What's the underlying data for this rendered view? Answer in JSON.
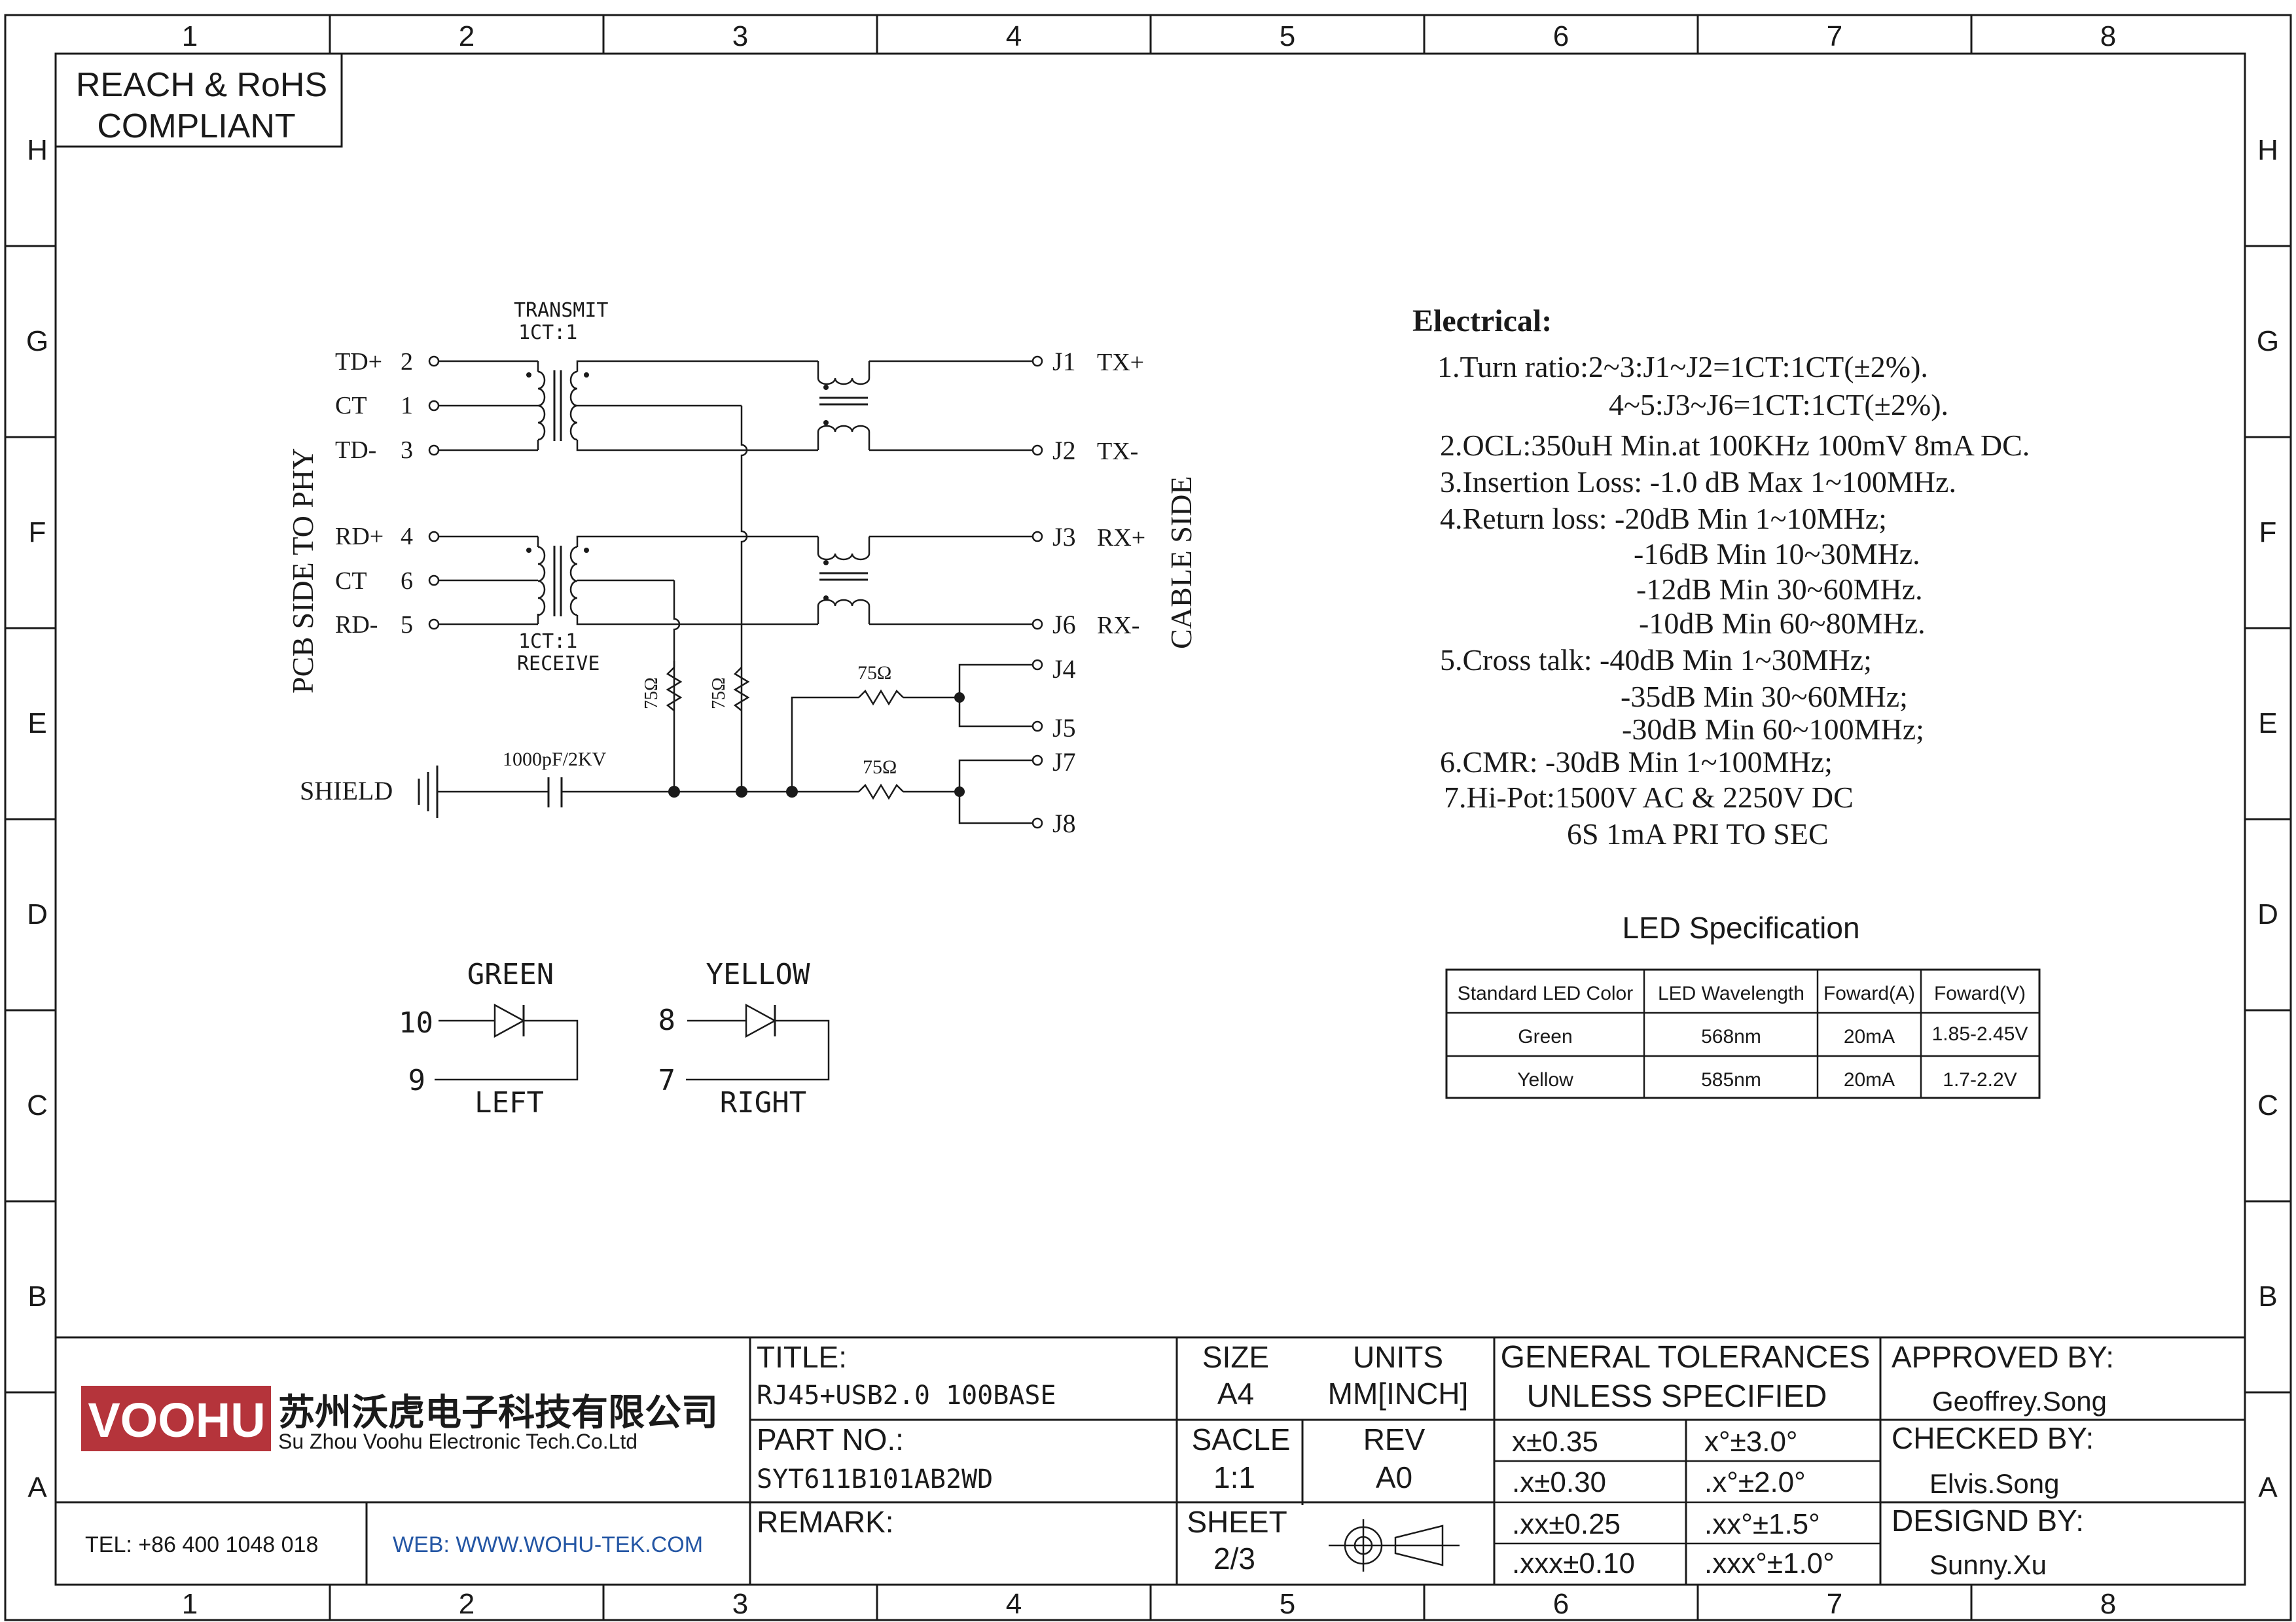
{
  "compliance": {
    "line1": "REACH & RoHS",
    "line2": "COMPLIANT"
  },
  "grid": {
    "columns": [
      "1",
      "2",
      "3",
      "4",
      "5",
      "6",
      "7",
      "8"
    ],
    "rows": [
      "H",
      "G",
      "F",
      "E",
      "D",
      "C",
      "B",
      "A"
    ]
  },
  "schematic": {
    "transmit_label": "TRANSMIT",
    "transmit_ratio": "1CT:1",
    "receive_ratio": "1CT:1",
    "receive_label": "RECEIVE",
    "pcb_side": "PCB SIDE TO PHY",
    "cable_side": "CABLE SIDE",
    "left_pins": [
      {
        "name": "TD+",
        "num": "2"
      },
      {
        "name": "CT",
        "num": "1"
      },
      {
        "name": "TD-",
        "num": "3"
      },
      {
        "name": "RD+",
        "num": "4"
      },
      {
        "name": "CT",
        "num": "6"
      },
      {
        "name": "RD-",
        "num": "5"
      }
    ],
    "right_pins": [
      {
        "pin": "J1",
        "sig": "TX+"
      },
      {
        "pin": "J2",
        "sig": "TX-"
      },
      {
        "pin": "J3",
        "sig": "RX+"
      },
      {
        "pin": "J6",
        "sig": "RX-"
      },
      {
        "pin": "J4",
        "sig": ""
      },
      {
        "pin": "J5",
        "sig": ""
      },
      {
        "pin": "J7",
        "sig": ""
      },
      {
        "pin": "J8",
        "sig": ""
      }
    ],
    "resistor": "75Ω",
    "capacitor": "1000pF/2KV",
    "shield": "SHIELD"
  },
  "leds": {
    "left": {
      "color": "GREEN",
      "pin_a": "10",
      "pin_b": "9",
      "position": "LEFT"
    },
    "right": {
      "color": "YELLOW",
      "pin_a": "8",
      "pin_b": "7",
      "position": "RIGHT"
    }
  },
  "electrical": {
    "title": "Electrical:",
    "lines": [
      "1.Turn ratio:2~3:J1~J2=1CT:1CT(±2%).",
      "4~5:J3~J6=1CT:1CT(±2%).",
      "2.OCL:350uH Min.at 100KHz 100mV 8mA DC.",
      "3.Insertion Loss: -1.0 dB Max 1~100MHz.",
      "4.Return loss: -20dB Min 1~10MHz;",
      "-16dB Min 10~30MHz.",
      "-12dB Min 30~60MHz.",
      "-10dB Min 60~80MHz.",
      "5.Cross talk: -40dB Min 1~30MHz;",
      "-35dB Min 30~60MHz;",
      "-30dB Min 60~100MHz;",
      "6.CMR: -30dB Min 1~100MHz;",
      "7.Hi-Pot:1500V AC & 2250V DC",
      "6S 1mA PRI TO SEC"
    ]
  },
  "led_spec": {
    "title": "LED Specification",
    "headers": [
      "Standard LED Color",
      "LED Wavelength",
      "Foward(A)",
      "Foward(V)"
    ],
    "rows": [
      [
        "Green",
        "568nm",
        "20mA",
        "1.85-2.45V"
      ],
      [
        "Yellow",
        "585nm",
        "20mA",
        "1.7-2.2V"
      ]
    ]
  },
  "title_block": {
    "logo": "VOOHU",
    "company_cn": "苏州沃虎电子科技有限公司",
    "company_en": "Su Zhou Voohu Electronic Tech.Co.Ltd",
    "tel": "TEL: +86 400 1048 018",
    "web": "WEB: WWW.WOHU-TEK.COM",
    "title_label": "TITLE:",
    "title_value": "RJ45+USB2.0 100BASE",
    "part_label": "PART NO.:",
    "part_value": "SYT611B101AB2WD",
    "remark_label": "REMARK:",
    "size_label": "SIZE",
    "size_value": "A4",
    "units_label": "UNITS",
    "units_value": "MM[INCH]",
    "scale_label": "SACLE",
    "scale_value": "1:1",
    "rev_label": "REV",
    "rev_value": "A0",
    "sheet_label": "SHEET",
    "sheet_value": "2/3",
    "tol_line1": "GENERAL TOLERANCES",
    "tol_line2": "UNLESS SPECIFIED",
    "tolerances": [
      [
        "x±0.35",
        "x°±3.0°"
      ],
      [
        ".x±0.30",
        ".x°±2.0°"
      ],
      [
        ".xx±0.25",
        ".xx°±1.5°"
      ],
      [
        ".xxx±0.10",
        ".xxx°±1.0°"
      ]
    ],
    "approved_label": "APPROVED BY:",
    "approved_value": "Geoffrey.Song",
    "checked_label": "CHECKED BY:",
    "checked_value": "Elvis.Song",
    "designed_label": "DESIGND BY:",
    "designed_value": "Sunny.Xu"
  },
  "colors": {
    "logo_red": "#b5343b",
    "web_blue": "#2456a4",
    "ink": "#1a1a1a"
  }
}
